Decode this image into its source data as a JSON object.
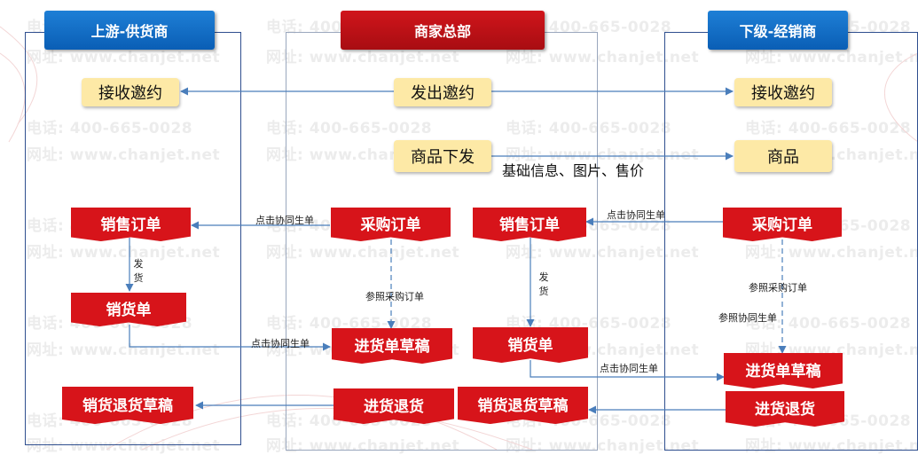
{
  "watermark": {
    "phone": "电话: 400-665-0028",
    "site": "网址: www.chanjet.net"
  },
  "headers": {
    "upstream": "上游-供货商",
    "hq": "商家总部",
    "downstream": "下级-经销商"
  },
  "yellow_boxes": {
    "receive_invite_left": "接收邀约",
    "send_invite": "发出邀约",
    "receive_invite_right": "接收邀约",
    "goods_dispatch": "商品下发",
    "goods": "商品"
  },
  "red_boxes": {
    "sales_order_up": "销售订单",
    "delivery_up": "销货单",
    "sales_return_draft_up": "销货退货草稿",
    "purchase_order_hq": "采购订单",
    "receipt_draft_hq": "进货单草稿",
    "purchase_return_hq": "进货退货",
    "sales_order_hq": "销售订单",
    "delivery_hq": "销货单",
    "sales_return_draft_hq": "销货退货草稿",
    "purchase_order_down": "采购订单",
    "receipt_draft_down": "进货单草稿",
    "purchase_return_down": "进货退货"
  },
  "labels": {
    "basic_info": "基础信息、图片、售价",
    "click_gen_1": "点击协同生单",
    "click_gen_2": "点击协同生单",
    "click_gen_3": "点击协同生单",
    "click_gen_4": "点击协同生单",
    "ship_up": "发货",
    "ship_hq": "发货",
    "ref_po_hq": "参照采购订单",
    "ref_po_down": "参照采购订单",
    "ref_collab_down": "参照协同生单"
  },
  "colors": {
    "header_blue": "#0a5eb5",
    "header_red": "#b80f14",
    "box_red": "#d7141a",
    "box_yellow": "#fde9a6",
    "arrow": "#4a7ebb",
    "lane_border": "#2f4f8f"
  }
}
